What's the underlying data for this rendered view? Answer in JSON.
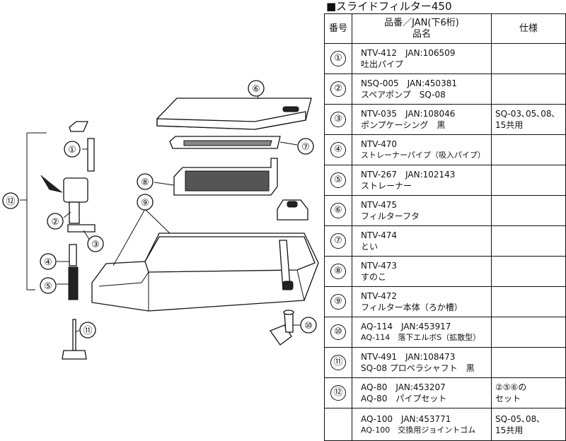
{
  "title": "■スライドフィルター450",
  "table": {
    "headers": {
      "number": "番号",
      "name_line1": "品番／JAN(下6桁)",
      "name_line2": "品名",
      "spec": "仕様"
    },
    "rows": [
      {
        "num": "①",
        "line1": "NTV-412　JAN:106509",
        "line2": "吐出パイプ",
        "spec1": "",
        "spec2": ""
      },
      {
        "num": "②",
        "line1": "NSQ-005　JAN:450381",
        "line2": "スペアポンプ　SQ-08",
        "spec1": "",
        "spec2": ""
      },
      {
        "num": "③",
        "line1": "NTV-035　JAN:108046",
        "line2": "ポンプケーシング　黒",
        "spec1": "SQ-03､05､08､",
        "spec2": "15共用"
      },
      {
        "num": "④",
        "line1": "NTV-470",
        "line2": "ストレーナーパイプ（吸入パイプ）",
        "spec1": "",
        "spec2": ""
      },
      {
        "num": "⑤",
        "line1": "NTV-267　JAN:102143",
        "line2": "ストレーナー",
        "spec1": "",
        "spec2": ""
      },
      {
        "num": "⑥",
        "line1": "NTV-475",
        "line2": "フィルターフタ",
        "spec1": "",
        "spec2": ""
      },
      {
        "num": "⑦",
        "line1": "NTV-474",
        "line2": "とい",
        "spec1": "",
        "spec2": ""
      },
      {
        "num": "⑧",
        "line1": "NTV-473",
        "line2": "すのこ",
        "spec1": "",
        "spec2": ""
      },
      {
        "num": "⑨",
        "line1": "NTV-472",
        "line2": "フィルター本体（ろか槽）",
        "spec1": "",
        "spec2": ""
      },
      {
        "num": "⑩",
        "line1": "AQ-114　JAN:453917",
        "line2": "AQ-114　落下エルボS（拡散型）",
        "spec1": "",
        "spec2": ""
      },
      {
        "num": "⑪",
        "line1": "NTV-491　JAN:108473",
        "line2": "SQ-08 プロペラシャフト　黒",
        "spec1": "",
        "spec2": ""
      },
      {
        "num": "⑫",
        "line1": "AQ-80　JAN:453207",
        "line2": "AQ-80　パイプセット",
        "spec1": "②⑤⑥の",
        "spec2": "セット"
      },
      {
        "num": "",
        "line1": "AQ-100　JAN:453771",
        "line2": "AQ-100　交換用ジョイントゴム",
        "spec1": "SQ-05､08､",
        "spec2": "15共用"
      }
    ]
  },
  "diagram": {
    "labels": [
      "①",
      "②",
      "③",
      "④",
      "⑤",
      "⑥",
      "⑦",
      "⑧",
      "⑨",
      "⑩",
      "⑪",
      "⑫"
    ]
  }
}
